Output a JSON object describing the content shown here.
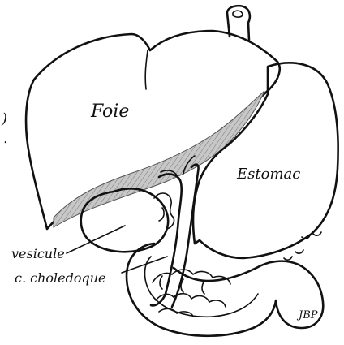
{
  "labels": {
    "liver": "Foie",
    "stomach": "Estomac",
    "gallbladder": "vesicule",
    "bile_duct": "c. choledoque",
    "signature": "JBP"
  },
  "edge_marks": {
    "paren": ")",
    "dot": "."
  }
}
